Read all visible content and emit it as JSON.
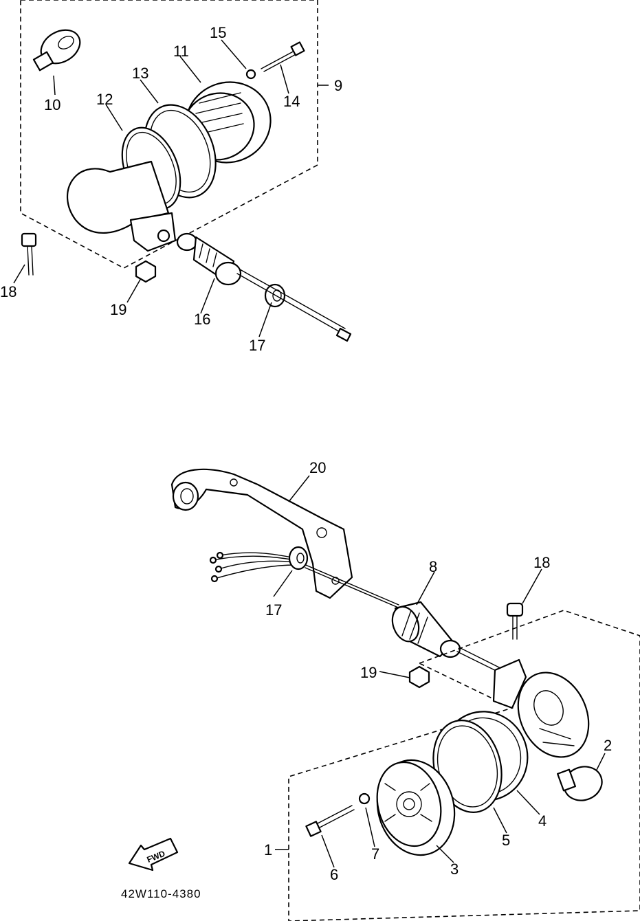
{
  "diagram_code": "42W110-4380",
  "fwd_label": "FWD",
  "callouts": {
    "c1": "1",
    "c2": "2",
    "c3": "3",
    "c4": "4",
    "c5": "5",
    "c6": "6",
    "c7": "7",
    "c8": "8",
    "c9": "9",
    "c10": "10",
    "c11": "11",
    "c12": "12",
    "c13": "13",
    "c14": "14",
    "c15": "15",
    "c16": "16",
    "c17a": "17",
    "c17b": "17",
    "c18a": "18",
    "c18b": "18",
    "c19a": "19",
    "c19b": "19",
    "c20": "20"
  }
}
